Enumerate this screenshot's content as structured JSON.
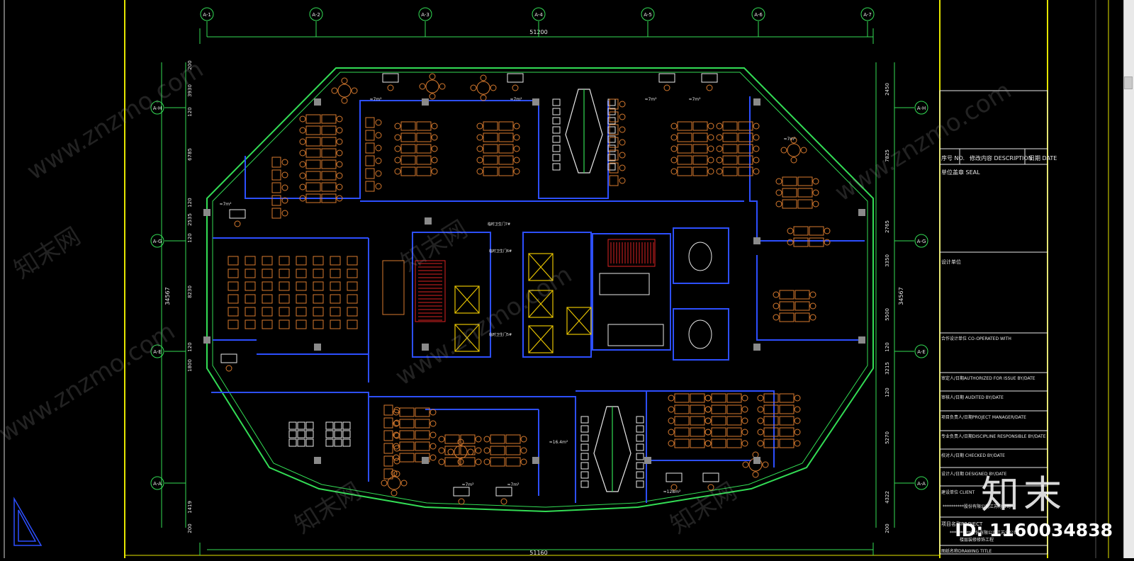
{
  "drawing": {
    "grid_axes_top": [
      "A-1",
      "A-2",
      "A-3",
      "A-4",
      "A-5",
      "A-6",
      "A-7"
    ],
    "grid_axes_left": [
      "A-H",
      "A-G",
      "A-E",
      "A-A"
    ],
    "dim_top_overall": "51200",
    "dim_bottom_overall": "51160",
    "dim_left_overall": "34567",
    "dim_right_overall": "34567",
    "dim_left_segments": [
      "200",
      "3930",
      "120",
      "6785",
      "120",
      "2535",
      "120",
      "8230",
      "120",
      "1800",
      "1419",
      "200"
    ],
    "dim_right_segments": [
      "2450",
      "7825",
      "2765",
      "3350",
      "5500",
      "120",
      "3215",
      "120",
      "5270",
      "4322",
      "200"
    ],
    "area_tags": [
      "≈7m²",
      "≈7m²",
      "≈7m²",
      "≈7m²",
      "≈7m²",
      "≈7m²",
      "≈7m²",
      "≈7m²",
      "≈128m²",
      "≈16.4m²"
    ],
    "core_notes": [
      "临时卫生门7#",
      "临时卫生门6#",
      "临时卫生门5#"
    ]
  },
  "title_block": {
    "col_no_label": "序号\nNO.",
    "col_desc_label": "修改内容\nDESCRIPTION",
    "col_date_label": "日期\nDATE",
    "seal_label": "单位盖章 SEAL",
    "design_unit_label": "设计单位",
    "cooperated_label": "合作设计单位    CO-OPERATED WITH",
    "authorized_label": "审定人/日期AUTHORIZED FOR ISSUE BY/DATE",
    "audited_label": "审核人/日期 AUDITED BY/DATE",
    "project_manager_label": "项目负责人/日期PROJECT MANAGER/DATE",
    "discipline_label": "专业负责人/日期DISCIPLINE RESPONSIBLE BY/DATE",
    "checked_label": "校对人/日期 CHECKED BY/DATE",
    "designed_label": "设计人/日期 DESIGNED BY/DATE",
    "client_label": "建设单位 CLIENT",
    "client_value": "**********股份有限公司江苏分公司",
    "project_name_label": "项目名称PROJECT",
    "project_name_value_1": "**********股份有限公司江苏分公司",
    "project_name_value_2": "楼层装修修饰工程",
    "drawing_title_label": "图纸名称DRAWING TITLE"
  },
  "overlay": {
    "logo_text": "知末",
    "id_text": "ID: 1160034838",
    "watermark_text": "www.znzmo.com",
    "watermark_brand": "知末网"
  },
  "colors": {
    "background": "#000000",
    "outer_wall": "#33dd55",
    "partition": "#2d4fff",
    "furniture": "#d77a2e",
    "white_lines": "#e8e8e8",
    "yellow_frame": "#e6e600",
    "grid_dim": "#33dd55",
    "stair": "#dd2222"
  }
}
